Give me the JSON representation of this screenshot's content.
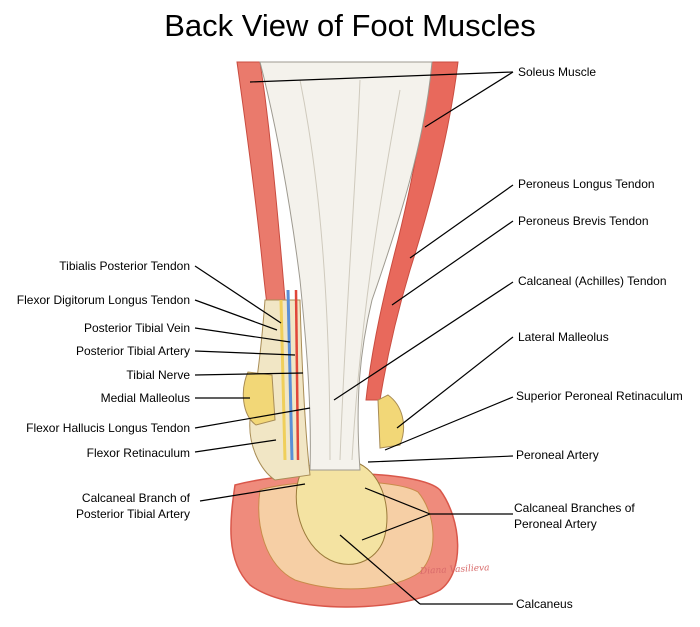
{
  "title": "Back View of Foot Muscles",
  "signature": "Diana Vasilieva",
  "colors": {
    "muscle": "#e86b5f",
    "tendon": "#f2f0ea",
    "bone": "#f3dd8a",
    "vein": "#5b8fd6",
    "leader": "#000000"
  },
  "labels_left": [
    {
      "id": "tibialis-posterior-tendon",
      "text": "Tibialis Posterior Tendon"
    },
    {
      "id": "flexor-digitorum-longus-tendon",
      "text": "Flexor Digitorum Longus Tendon"
    },
    {
      "id": "posterior-tibial-vein",
      "text": "Posterior Tibial Vein"
    },
    {
      "id": "posterior-tibial-artery",
      "text": "Posterior Tibial Artery"
    },
    {
      "id": "tibial-nerve",
      "text": "Tibial Nerve"
    },
    {
      "id": "medial-malleolus",
      "text": "Medial Malleolus"
    },
    {
      "id": "flexor-hallucis-longus-tendon",
      "text": "Flexor Hallucis Longus Tendon"
    },
    {
      "id": "flexor-retinaculum",
      "text": "Flexor Retinaculum"
    },
    {
      "id": "calcaneal-branch-line1",
      "text": "Calcaneal Branch of"
    },
    {
      "id": "calcaneal-branch-line2",
      "text": "Posterior Tibial Artery"
    }
  ],
  "labels_right": [
    {
      "id": "soleus-muscle",
      "text": "Soleus Muscle"
    },
    {
      "id": "peroneus-longus-tendon",
      "text": "Peroneus Longus Tendon"
    },
    {
      "id": "peroneus-brevis-tendon",
      "text": "Peroneus Brevis Tendon"
    },
    {
      "id": "calcaneal-achilles-tendon",
      "text": "Calcaneal (Achilles) Tendon"
    },
    {
      "id": "lateral-malleolus",
      "text": "Lateral Malleolus"
    },
    {
      "id": "superior-peroneal-retinaculum",
      "text": "Superior Peroneal Retinaculum"
    },
    {
      "id": "peroneal-artery",
      "text": "Peroneal Artery"
    },
    {
      "id": "calcaneal-branches-line1",
      "text": "Calcaneal Branches of"
    },
    {
      "id": "calcaneal-branches-line2",
      "text": "Peroneal Artery"
    },
    {
      "id": "calcaneus",
      "text": "Calcaneus"
    }
  ]
}
